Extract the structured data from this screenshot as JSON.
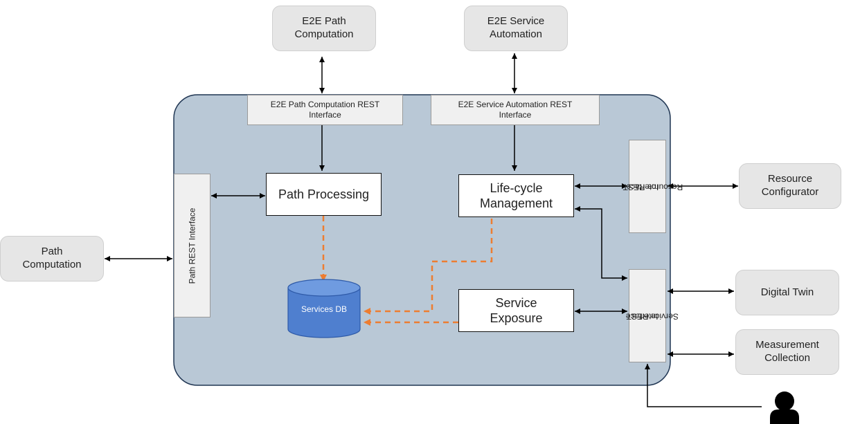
{
  "external": {
    "e2e_path_computation": [
      "E2E Path",
      "Computation"
    ],
    "e2e_service_automation": [
      "E2E Service",
      "Automation"
    ],
    "path_computation": [
      "Path",
      "Computation"
    ],
    "resource_configurator": [
      "Resource",
      "Configurator"
    ],
    "digital_twin": "Digital Twin",
    "measurement_collection": [
      "Measurement",
      "Collection"
    ]
  },
  "interfaces": {
    "e2e_path_computation_rest": [
      "E2E Path Computation REST",
      "Interface"
    ],
    "e2e_service_automation_rest": [
      "E2E Service Automation REST",
      "Interface"
    ],
    "path_rest": "Path REST Interface",
    "resource_rest": [
      "Resource REST",
      "Interface"
    ],
    "service_rest": [
      "Service REST",
      "Interface"
    ]
  },
  "modules": {
    "path_processing": "Path Processing",
    "lifecycle_management": [
      "Life-cycle",
      "Management"
    ],
    "service_exposure": [
      "Service",
      "Exposure"
    ]
  },
  "database": {
    "label": "Services DB"
  },
  "colors": {
    "container_fill": "#b9c8d6",
    "container_border": "#1f3552",
    "db_fill": "#4f7fcf",
    "db_top": "#6f9be0",
    "dashed_arrow": "#ed7d31",
    "solid_arrow": "#000000"
  },
  "icons": {
    "user": "user-icon"
  }
}
